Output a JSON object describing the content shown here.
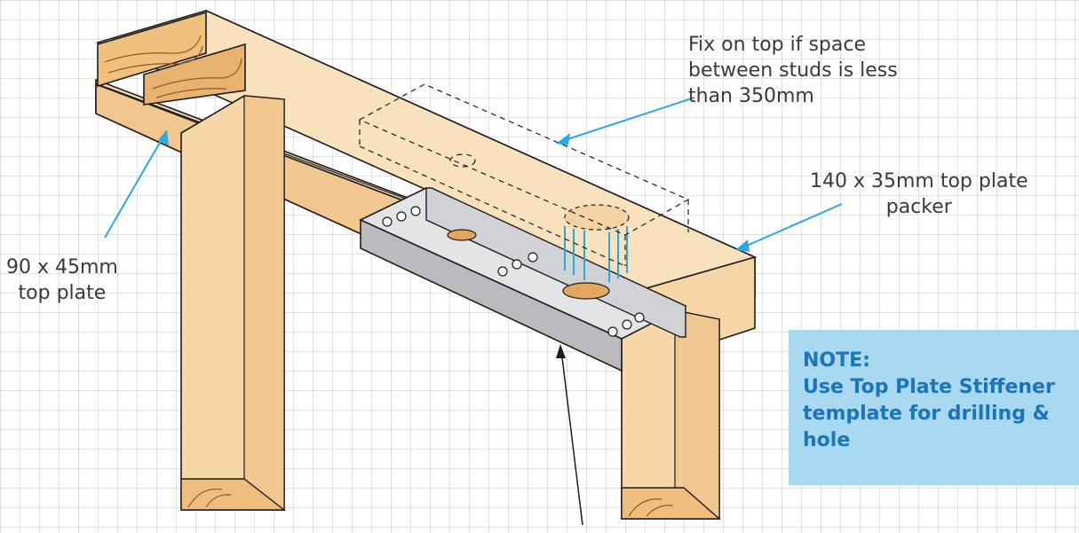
{
  "labels": {
    "fix_on_top": "Fix on top if space\nbetween studs is less\nthan 350mm",
    "packer": "140 x 35mm top plate\npacker",
    "top_plate": "90 x 45mm\ntop plate"
  },
  "note": {
    "title": "NOTE:",
    "body": "Use Top Plate Stiffener\ntemplate for drilling &\nhole"
  },
  "colors": {
    "timber": "#f7d7a8",
    "timber_dark": "#eab977",
    "end_grain": "#f0c07d",
    "steel": "#d5d6d8",
    "leader_blue": "#29a9df",
    "note_bg": "#a9d8f1",
    "note_text": "#1a75bb"
  }
}
